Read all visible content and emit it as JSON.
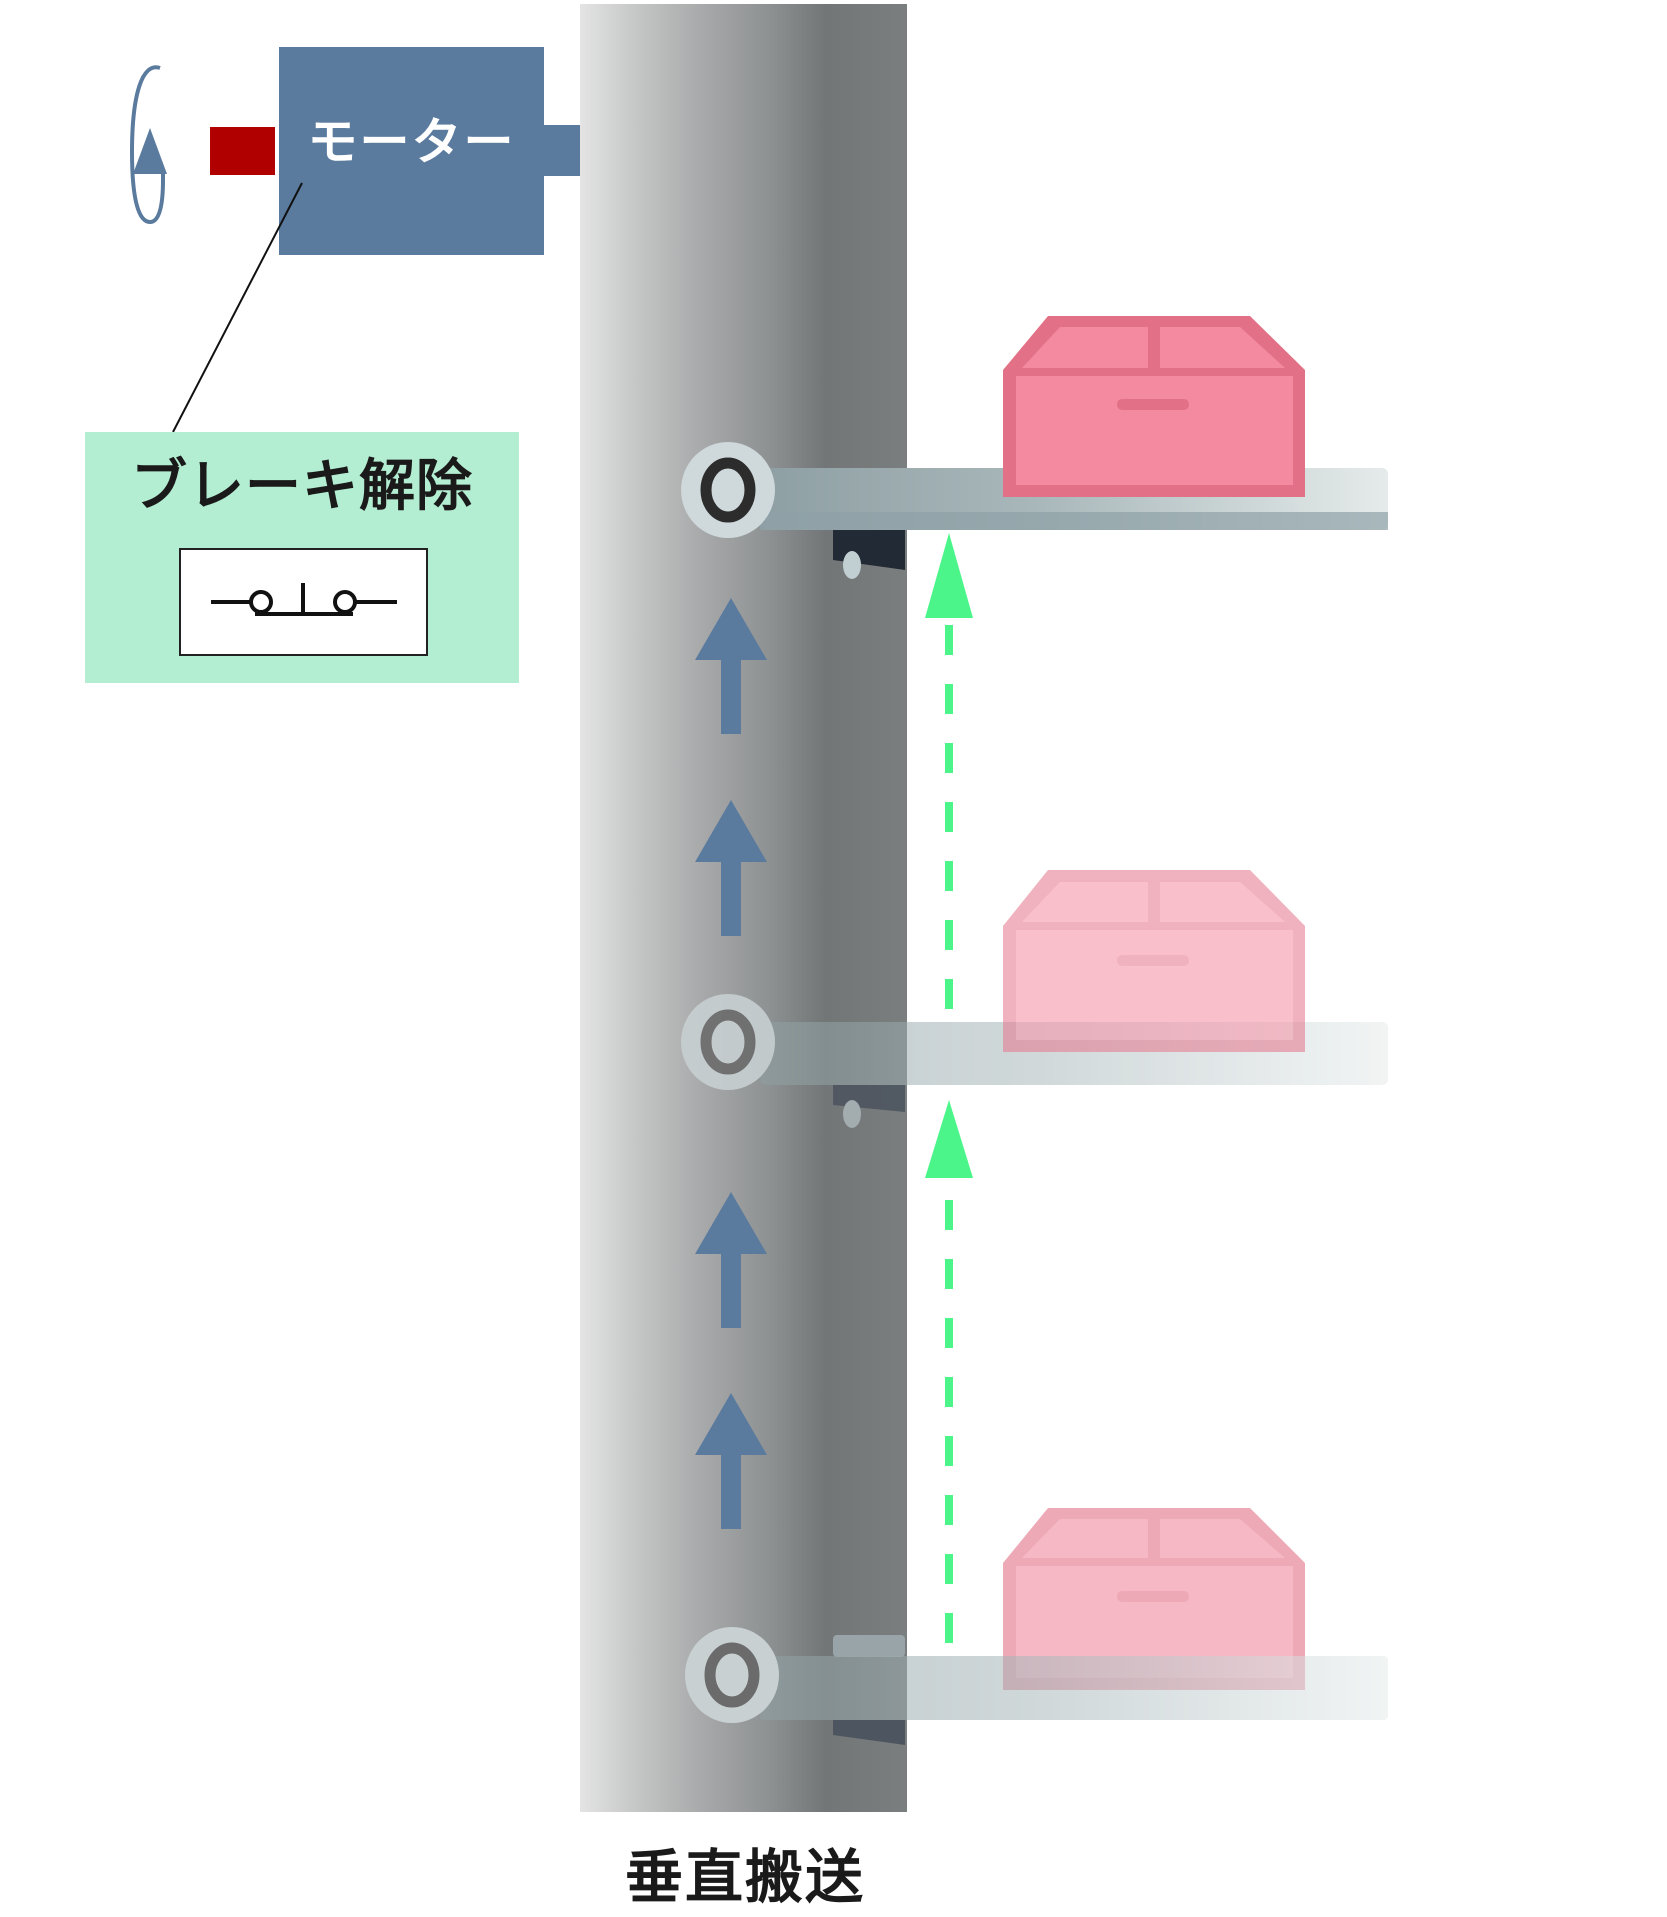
{
  "diagram": {
    "title": "垂直搬送",
    "motor": {
      "label": "モーター",
      "color": "#5a7b9e",
      "rotation_icon": "rotation-arrow-icon"
    },
    "brake": {
      "block_color": "#b00000"
    },
    "brake_release": {
      "label": "ブレーキ解除",
      "panel_color": "#b3edd2",
      "switch_symbol": "push-button-switch-icon"
    },
    "pole": {
      "gradient_from": "#e4e4e4",
      "gradient_to": "#727676"
    },
    "lift_direction_arrows": {
      "count": 4,
      "color": "#5a7b9e",
      "direction": "up"
    },
    "movement_arrows": {
      "count": 2,
      "color": "#4cf58a",
      "style": "dashed",
      "direction": "up"
    },
    "shelves": [
      {
        "position": "top",
        "opacity": 1.0,
        "box_color": "#f38aa0",
        "box_edge": "#e27187"
      },
      {
        "position": "middle",
        "opacity": 0.55,
        "box_color": "#f38aa0",
        "box_edge": "#e27187"
      },
      {
        "position": "bottom",
        "opacity": 0.55,
        "box_color": "#f38aa0",
        "box_edge": "#e27187"
      }
    ]
  }
}
